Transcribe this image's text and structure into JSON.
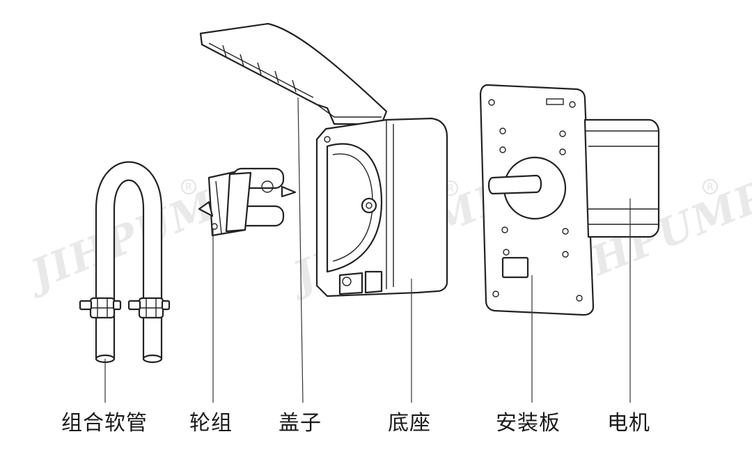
{
  "watermark": {
    "text": "JIHPUMP",
    "mark": "®"
  },
  "parts": [
    {
      "id": "tube",
      "label": "组合软管"
    },
    {
      "id": "roller",
      "label": "轮组"
    },
    {
      "id": "cover",
      "label": "盖子"
    },
    {
      "id": "base",
      "label": "底座"
    },
    {
      "id": "plate",
      "label": "安装板"
    },
    {
      "id": "motor",
      "label": "电机"
    }
  ]
}
